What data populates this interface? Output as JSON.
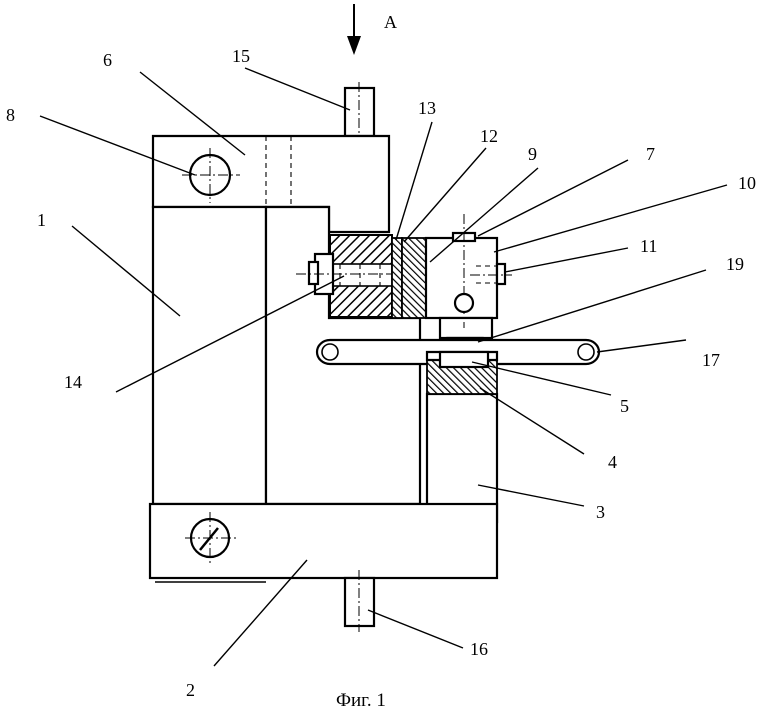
{
  "figure": {
    "caption": "Фиг. 1",
    "view_label": "А",
    "labels": {
      "p1": "1",
      "p2": "2",
      "p3": "3",
      "p4": "4",
      "p5": "5",
      "p6": "6",
      "p7": "7",
      "p8": "8",
      "p9": "9",
      "p10": "10",
      "p11": "11",
      "p12": "12",
      "p13": "13",
      "p14": "14",
      "p15": "15",
      "p16": "16",
      "p17": "17",
      "p19": "19"
    }
  }
}
